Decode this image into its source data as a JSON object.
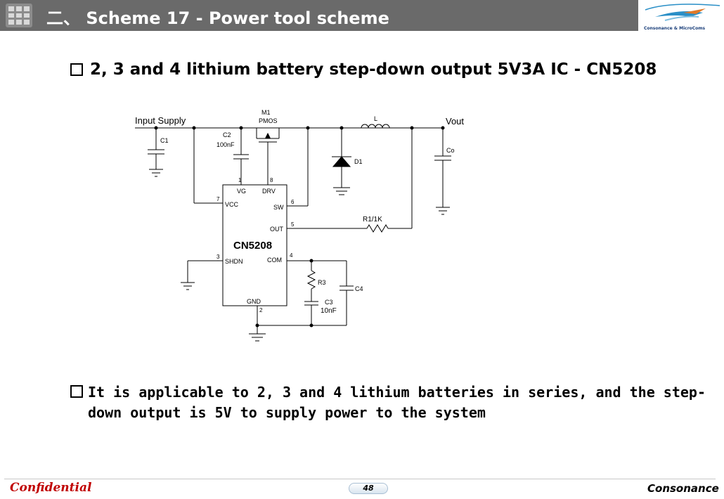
{
  "header": {
    "title": "二、 Scheme 17 - Power tool scheme",
    "logo_text": "Consonance & MicroComs"
  },
  "heading": "2, 3 and 4 lithium battery step-down output 5V3A IC - CN5208",
  "bullet": {
    "line1": "It is applicable to 2, 3 and 4 lithium batteries in series, and the step-",
    "line2": "down output is 5V to supply power to the system"
  },
  "circuit": {
    "input_label": "Input Supply",
    "output_label": "Vout",
    "c1": "C1",
    "c2": "C2",
    "c2_value": "100nF",
    "m1": "M1",
    "m1_type": "PMOS",
    "inductor": "L",
    "diode": "D1",
    "co": "Co",
    "ic_name": "CN5208",
    "pin_vg": "VG",
    "pin_drv": "DRV",
    "pin_vcc": "VCC",
    "pin_sw": "SW",
    "pin_out": "OUT",
    "pin_shdn": "SHDN",
    "pin_com": "COM",
    "pin_gnd": "GND",
    "num1": "1",
    "num8": "8",
    "num7": "7",
    "num6": "6",
    "num5": "5",
    "num3": "3",
    "num4": "4",
    "num2": "2",
    "r1": "R1/1K",
    "r3": "R3",
    "c3": "C3",
    "c3_value": "10nF",
    "c4": "C4"
  },
  "footer": {
    "confidential": "Confidential",
    "page": "48",
    "brand": "Consonance"
  },
  "colors": {
    "header_bg": "#6a6a6a",
    "confidential": "#c00000",
    "logo_blue": "#2a8fc7"
  }
}
